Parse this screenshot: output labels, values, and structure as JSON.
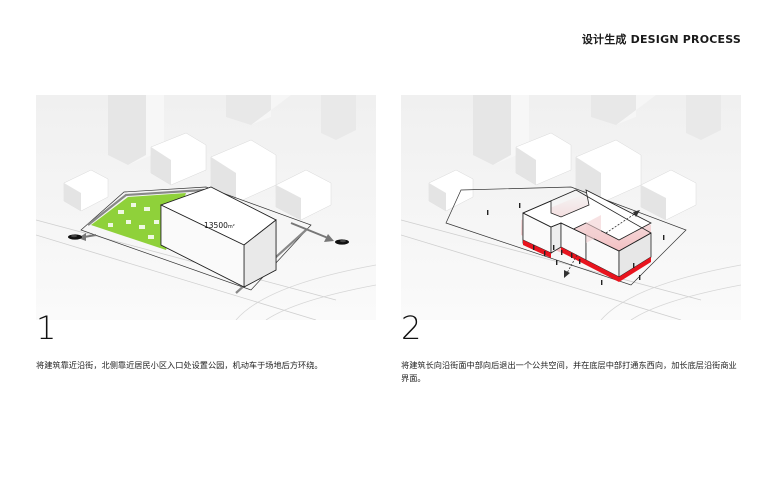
{
  "header": {
    "title": "设计生成 DESIGN PROCESS"
  },
  "steps": [
    {
      "number": "1",
      "area_label": "13500",
      "area_unit": "m²",
      "caption": "将建筑靠近沿街，北侧靠近居民小区入口处设置公园，机动车于场地后方环绕。"
    },
    {
      "number": "2",
      "caption": "将建筑长向沿街面中部向后退出一个公共空间，并在底层中部打通东西向，加长底层沿街商业界面。"
    }
  ],
  "colors": {
    "park_green": "#8fd13a",
    "highlight_red": "#e8141e",
    "context_building": "#ededed",
    "ground": "#f6f6f6"
  },
  "icons": [
    "car-icon",
    "arrow-icon",
    "person-icon"
  ]
}
